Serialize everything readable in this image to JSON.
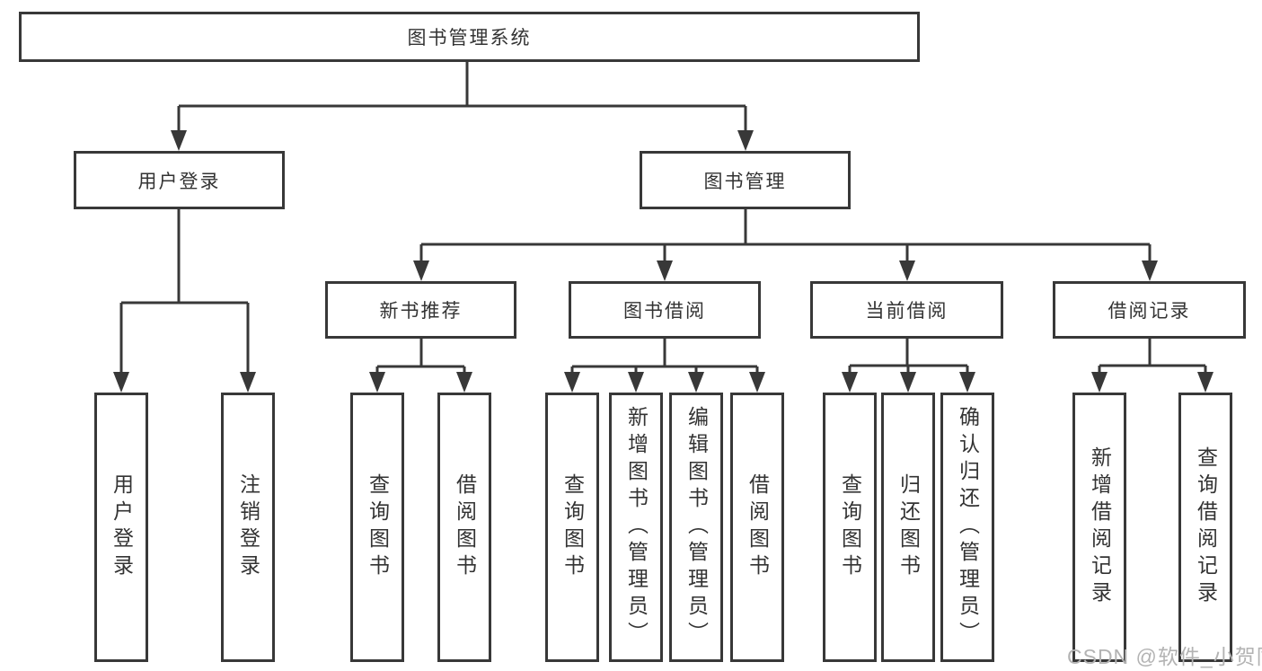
{
  "tree": {
    "root": {
      "label": "图书管理系统",
      "children": [
        {
          "label": "用户登录",
          "children": [
            {
              "label": "用户登录"
            },
            {
              "label": "注销登录"
            }
          ]
        },
        {
          "label": "图书管理",
          "children": [
            {
              "label": "新书推荐",
              "children": [
                {
                  "label": "查询图书"
                },
                {
                  "label": "借阅图书"
                }
              ]
            },
            {
              "label": "图书借阅",
              "children": [
                {
                  "label": "查询图书"
                },
                {
                  "label": "新增图书（管理员）"
                },
                {
                  "label": "编辑图书（管理员）"
                },
                {
                  "label": "借阅图书"
                }
              ]
            },
            {
              "label": "当前借阅",
              "children": [
                {
                  "label": "查询图书"
                },
                {
                  "label": "归还图书"
                },
                {
                  "label": "确认归还（管理员）"
                }
              ]
            },
            {
              "label": "借阅记录",
              "children": [
                {
                  "label": "新增借阅记录"
                },
                {
                  "label": "查询借阅记录"
                }
              ]
            }
          ]
        }
      ]
    }
  },
  "watermark": {
    "text": "CSDN @软件_小贺同学"
  },
  "colors": {
    "line": "#383838",
    "box_border": "#383838",
    "text": "#333333",
    "watermark": "#b3b3b3",
    "background": "#ffffff"
  }
}
